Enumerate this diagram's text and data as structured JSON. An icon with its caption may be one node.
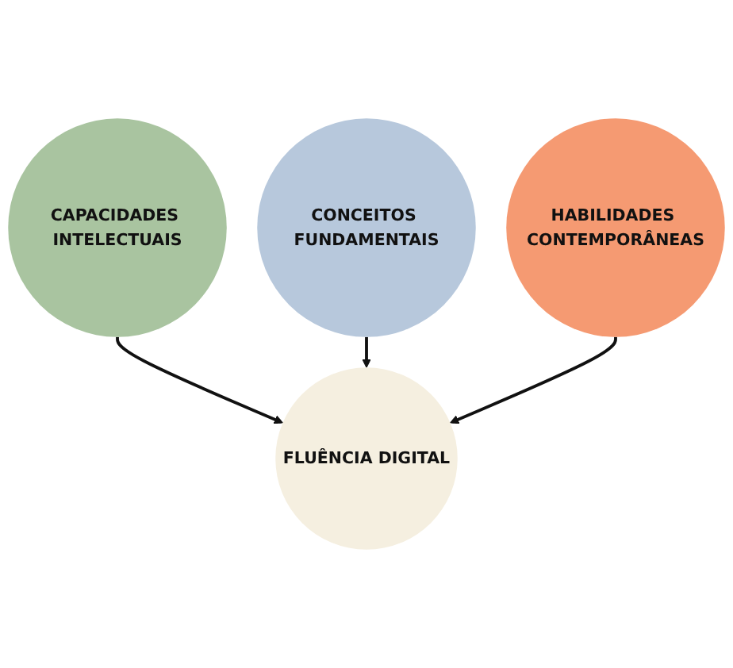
{
  "diagram": {
    "nodes": [
      {
        "text": [
          "CAPACIDADES INTELECTUAIS"
        ]
      },
      {
        "text": [
          "CONCEITOS FUNDAMENTAIS"
        ]
      },
      {
        "text": [
          "FLUÊNCIA DIGITAL"
        ]
      },
      {
        "text": [
          "HABILIDADES CONTEMPORÂNEAS"
        ]
      }
    ],
    "edges": [
      {
        "from": 0,
        "to": 2,
        "arrow": "to"
      },
      {
        "from": 1,
        "to": 2,
        "arrow": "to"
      },
      {
        "from": 3,
        "to": 2,
        "arrow": "to"
      }
    ]
  }
}
